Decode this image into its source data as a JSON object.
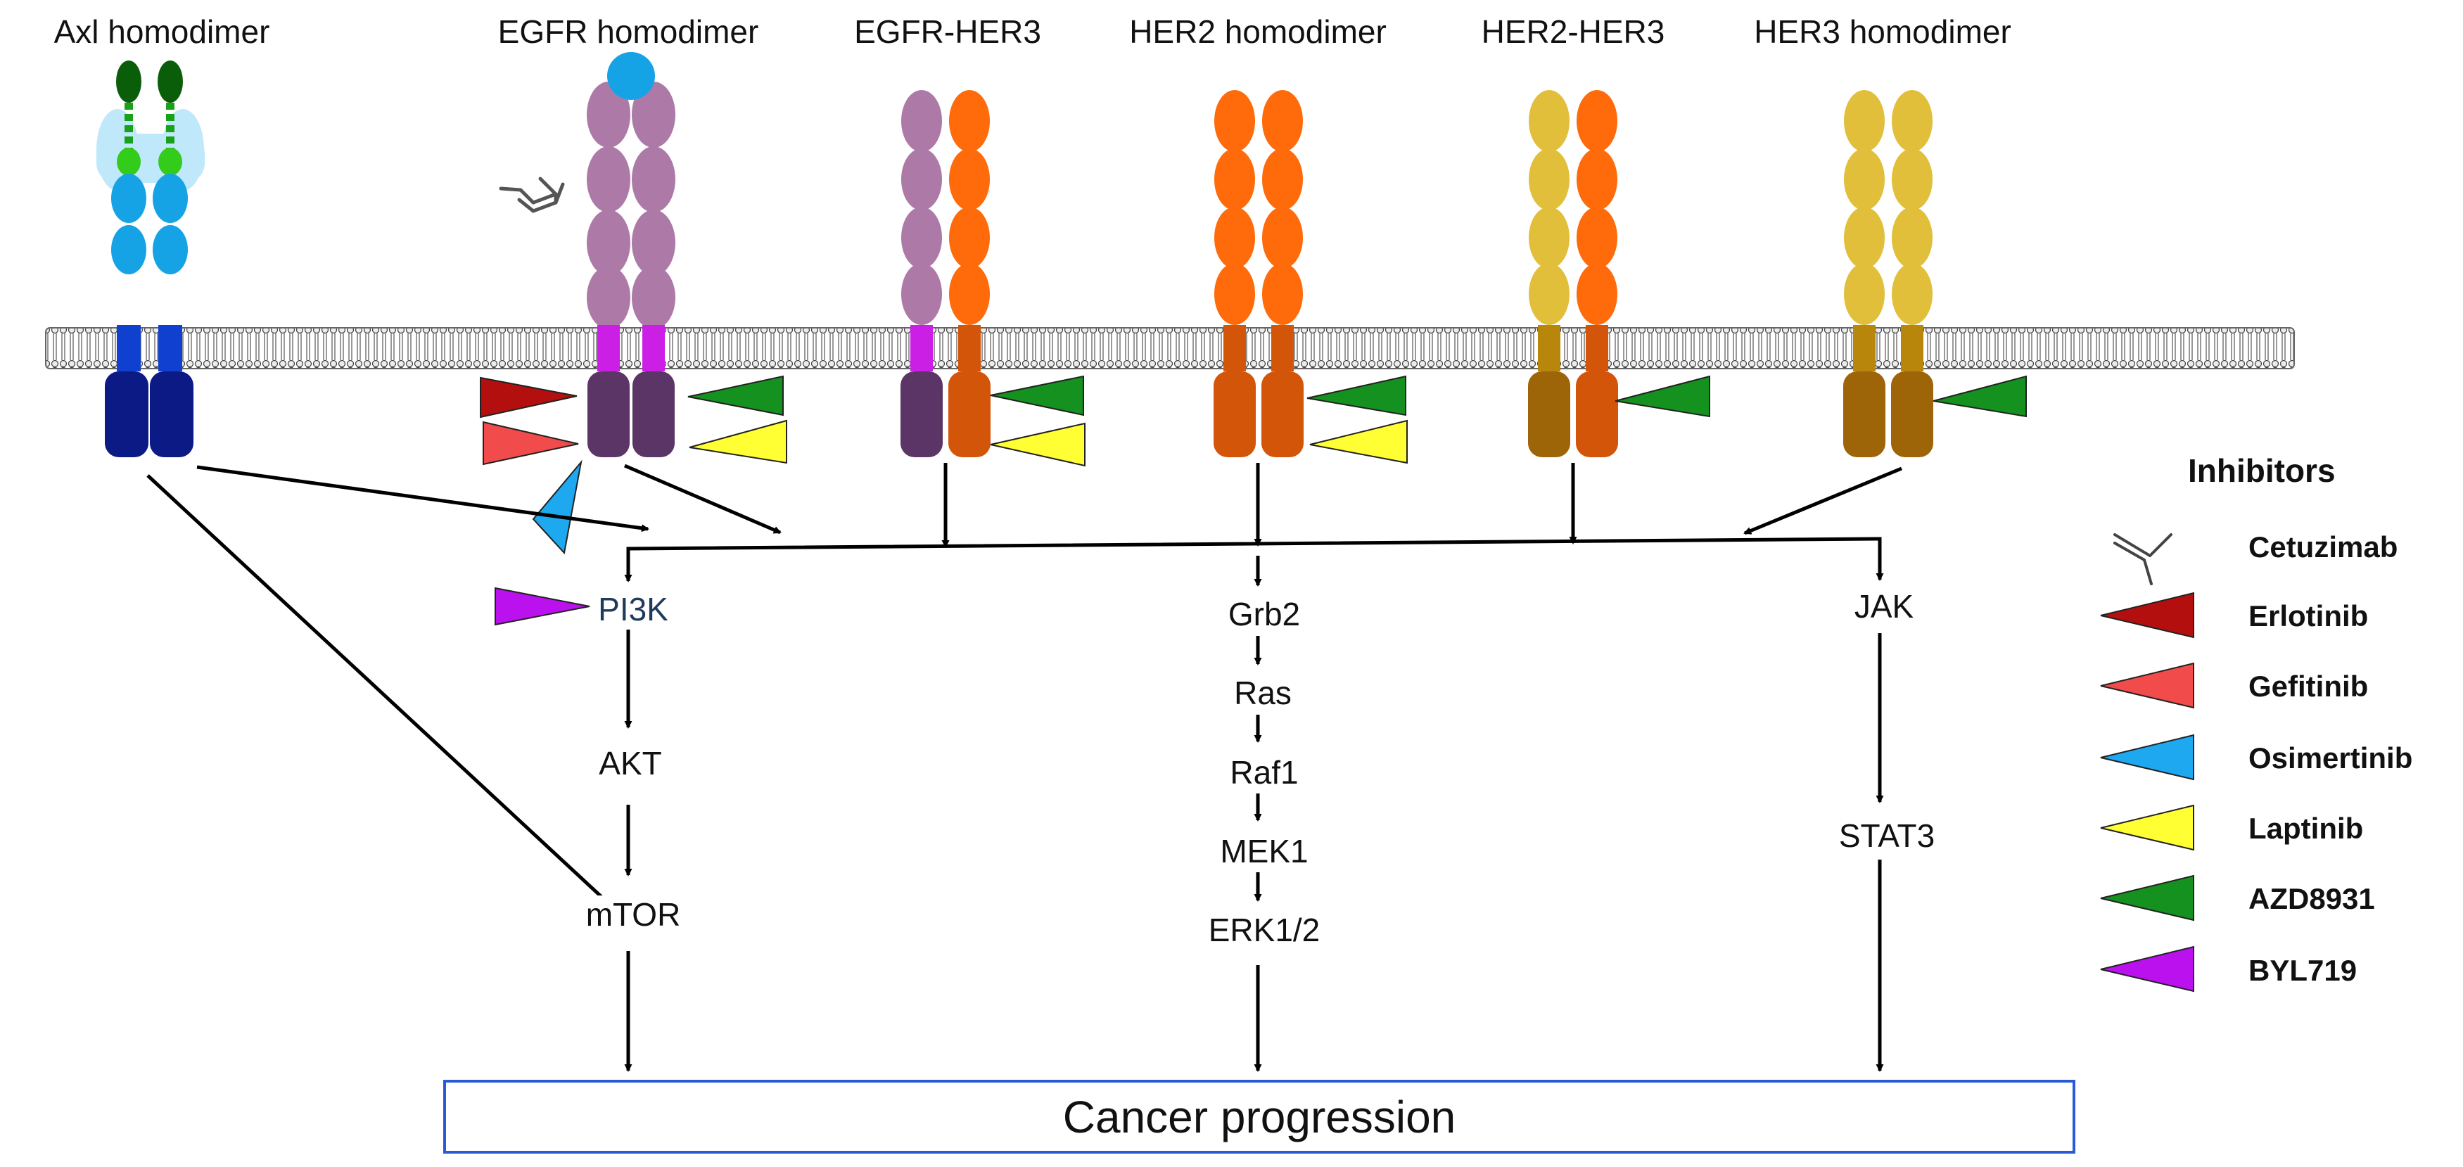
{
  "dimers": [
    {
      "label": "Axl homodimer"
    },
    {
      "label": "EGFR homodimer"
    },
    {
      "label": "EGFR-HER3"
    },
    {
      "label": "HER2 homodimer"
    },
    {
      "label": "HER2-HER3"
    },
    {
      "label": "HER3 homodimer"
    }
  ],
  "pathways": {
    "pi3k": [
      "PI3K",
      "AKT",
      "mTOR"
    ],
    "mapk": [
      "Grb2",
      "Ras",
      "Raf1",
      "MEK1",
      "ERK1/2"
    ],
    "jak": [
      "JAK",
      "STAT3"
    ]
  },
  "outcome": "Cancer progression",
  "legend": {
    "title": "Inhibitors",
    "items": [
      {
        "label": "Cetuzimab",
        "color": "#444444",
        "icon": "antibody-icon"
      },
      {
        "label": "Erlotinib",
        "color": "#b30f0f",
        "icon": "triangle-icon"
      },
      {
        "label": "Gefitinib",
        "color": "#f24b4b",
        "icon": "triangle-icon"
      },
      {
        "label": "Osimertinib",
        "color": "#1da8f0",
        "icon": "triangle-icon"
      },
      {
        "label": "Laptinib",
        "color": "#ffff33",
        "icon": "triangle-icon"
      },
      {
        "label": "AZD8931",
        "color": "#14911e",
        "icon": "triangle-icon"
      },
      {
        "label": "BYL719",
        "color": "#bb11ee",
        "icon": "triangle-icon"
      }
    ]
  },
  "colors": {
    "egfr": "#ad7aa8",
    "egfr_kinase": "#5b3565",
    "egfr_tm": "#cc1fe6",
    "her2": "#ff6a0a",
    "her2_kinase": "#d35509",
    "her3": "#e2bf3b",
    "her3_kinase": "#9e6408",
    "axl_dark": "#0b1a85",
    "axl_mid": "#1040d0",
    "axl_light": "#1aa6e6",
    "outcome_border": "#2a5bd7"
  }
}
